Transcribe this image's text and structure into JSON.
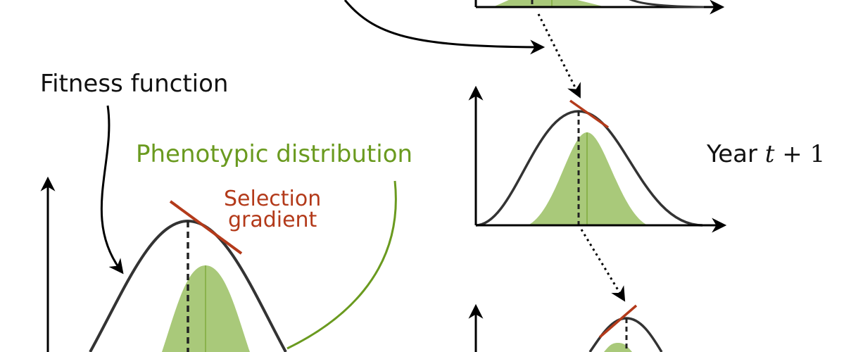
{
  "labels": {
    "fitness_function": "Fitness function",
    "phenotypic_distribution": "Phenotypic distribution",
    "selection_line1": "Selection",
    "selection_line2": "gradient",
    "year_word": "Year",
    "year_var": "t",
    "year_plus": "+",
    "year_one": "1"
  },
  "colors": {
    "fitness_curve": "#333333",
    "distribution_fill": "#a9c97a",
    "distribution_stroke": "#6a9a1f",
    "gradient_line": "#b33a1a",
    "axes": "#000000",
    "pheno_label": "#6a9a1f",
    "selection_label": "#b33a1a"
  },
  "icons": {
    "arrowhead": "arrowhead-icon"
  }
}
